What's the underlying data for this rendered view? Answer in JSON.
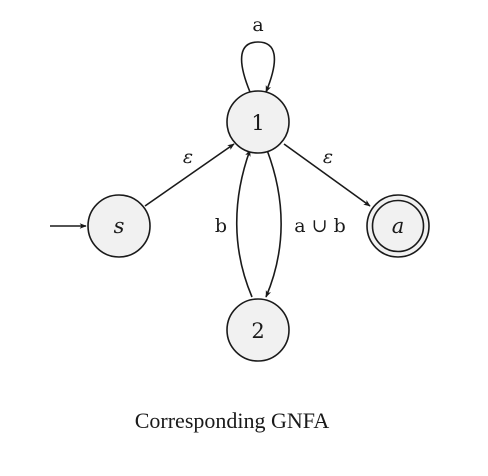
{
  "diagram": {
    "states": [
      {
        "id": "s",
        "label": "s",
        "start": true,
        "accept": false
      },
      {
        "id": "1",
        "label": "1",
        "start": false,
        "accept": false
      },
      {
        "id": "2",
        "label": "2",
        "start": false,
        "accept": false
      },
      {
        "id": "a",
        "label": "a",
        "start": false,
        "accept": true
      }
    ],
    "transitions": [
      {
        "from": "1",
        "to": "1",
        "label": "a"
      },
      {
        "from": "s",
        "to": "1",
        "label": "ε"
      },
      {
        "from": "1",
        "to": "a",
        "label": "ε"
      },
      {
        "from": "2",
        "to": "1",
        "label": "b"
      },
      {
        "from": "1",
        "to": "2",
        "label": "a ∪ b"
      }
    ],
    "caption": "Corresponding GNFA"
  }
}
